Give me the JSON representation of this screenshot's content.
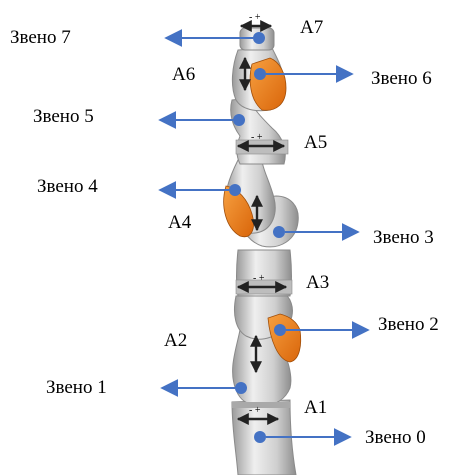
{
  "links": [
    {
      "id": "link0",
      "label": "Звено 0"
    },
    {
      "id": "link1",
      "label": "Звено 1"
    },
    {
      "id": "link2",
      "label": "Звено 2"
    },
    {
      "id": "link3",
      "label": "Звено 3"
    },
    {
      "id": "link4",
      "label": "Звено 4"
    },
    {
      "id": "link5",
      "label": "Звено 5"
    },
    {
      "id": "link6",
      "label": "Звено 6"
    },
    {
      "id": "link7",
      "label": "Звено 7"
    }
  ],
  "axes": [
    {
      "id": "a1",
      "label": "A1"
    },
    {
      "id": "a2",
      "label": "A2"
    },
    {
      "id": "a3",
      "label": "A3"
    },
    {
      "id": "a4",
      "label": "A4"
    },
    {
      "id": "a5",
      "label": "A5"
    },
    {
      "id": "a6",
      "label": "A6"
    },
    {
      "id": "a7",
      "label": "A7"
    }
  ],
  "colors": {
    "arrow": "#4472c4",
    "robot_body": "#c9c9c9",
    "robot_accent": "#ee7d16",
    "direction_marker": "#222222"
  }
}
